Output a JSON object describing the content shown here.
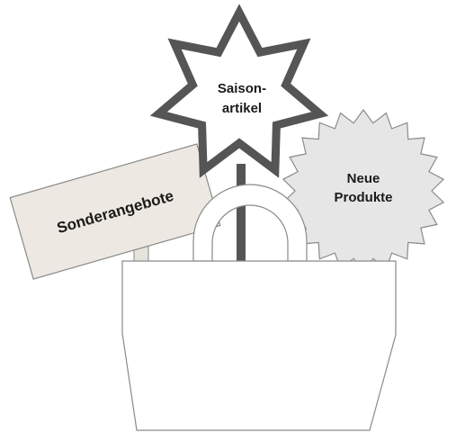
{
  "labels": {
    "star_line1": "Saison-",
    "star_line2": "artikel",
    "burst_line1": "Neue",
    "burst_line2": "Produkte",
    "sign": "Sonderangebote"
  },
  "colors": {
    "star_stroke": "#555555",
    "stick": "#555555",
    "sign_fill": "#ede9e2",
    "burst_fill": "#e6e6e6",
    "outline": "#8a8a8a",
    "text": "#1a1a1a"
  }
}
